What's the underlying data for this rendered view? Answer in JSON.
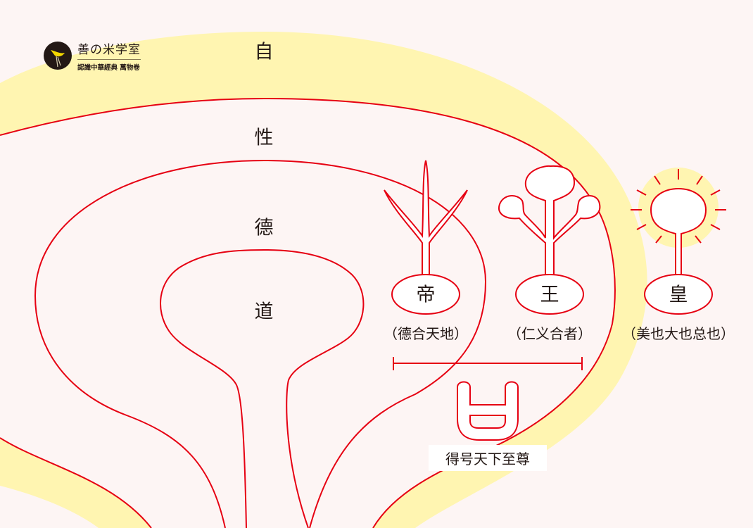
{
  "logo": {
    "title": "善の米学室",
    "subtitle": "認識中華經典 萬物卷",
    "icon": "bird-emblem-icon"
  },
  "layers": [
    {
      "id": "zi",
      "label": "自"
    },
    {
      "id": "xing",
      "label": "性"
    },
    {
      "id": "de",
      "label": "德"
    },
    {
      "id": "dao",
      "label": "道"
    }
  ],
  "rulers": [
    {
      "id": "di",
      "label": "帝",
      "caption": "（德合天地）",
      "icon": "sprout-three-blades-icon"
    },
    {
      "id": "wang",
      "label": "王",
      "caption": "（仁义合者）",
      "icon": "tree-three-leaves-icon"
    },
    {
      "id": "huang",
      "label": "皇",
      "caption": "（美也大也总也）",
      "icon": "radiant-sun-icon"
    }
  ],
  "bracket": {
    "symbol": "mouth-cup-icon",
    "caption": "得号天下至尊"
  },
  "colors": {
    "background": "#fdf5f4",
    "band": "#fff5b1",
    "line": "#e60012",
    "text": "#231815"
  }
}
